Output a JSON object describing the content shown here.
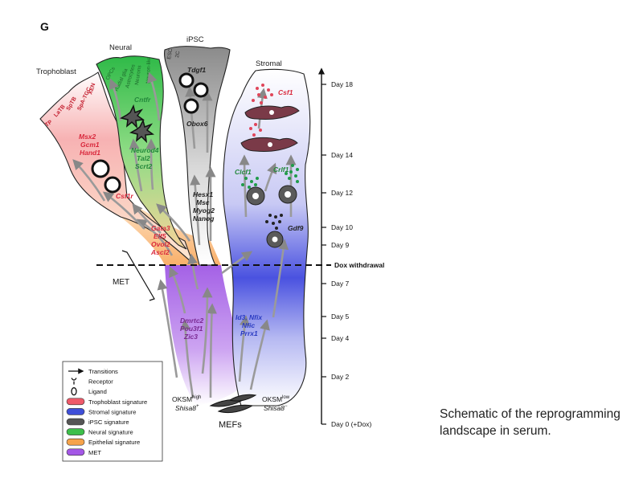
{
  "panel_label": "G",
  "branches": {
    "trophoblast": "Trophoblast",
    "neural": "Neural",
    "ipsc": "iPSC",
    "stromal": "Stromal",
    "met": "MET",
    "mefs": "MEFs"
  },
  "trophoblast_subtypes": [
    "TP",
    "LaTB",
    "SpTB",
    "SpA-TGC",
    "XEN"
  ],
  "neural_subtypes": [
    "OPCs",
    "Radial glia",
    "Astrocytes",
    "Neurons",
    "Neuron-like"
  ],
  "ipsc_subtypes": [
    "ESC",
    "2C"
  ],
  "genes": {
    "troph": [
      "Msx2",
      "Gcm1",
      "Hand1"
    ],
    "csf1r": "Csf1r",
    "epithelial": [
      "Gata3",
      "Elf5",
      "Ovol2",
      "Ascl2"
    ],
    "cntfr": "Cntfr",
    "neural": [
      "Neurod4",
      "Tal2",
      "Scrt2"
    ],
    "tdgf1": "Tdgf1",
    "obox6": "Obox6",
    "ipsc_mid": [
      "Hesx1",
      "Msc",
      "Myog2",
      "Nanog"
    ],
    "csf1": "Csf1",
    "clcf1": "Clcf1",
    "crlf1": "Crlf1",
    "gdf9": "Gdf9",
    "stromal": [
      "Id3, Nfix",
      "Nfic",
      "Prrx1"
    ],
    "met": [
      "Dmrtc2",
      "Pou3f1",
      "Zic3"
    ]
  },
  "okm_left": {
    "main": "OKSM",
    "sup": "high",
    "gene": "Shisa8",
    "sup2": "+"
  },
  "okm_right": {
    "main": "OKSM",
    "sup": "low",
    "gene": "Shisa8",
    "sup2": "−"
  },
  "timeline": [
    {
      "label": "Day 18",
      "day": 18
    },
    {
      "label": "Day 14",
      "day": 14
    },
    {
      "label": "Day 12",
      "day": 12
    },
    {
      "label": "Day 10",
      "day": 10
    },
    {
      "label": "Day 9",
      "day": 9
    },
    {
      "label": "Dox withdrawal",
      "day": 8
    },
    {
      "label": "Day 7",
      "day": 7
    },
    {
      "label": "Day 5",
      "day": 5
    },
    {
      "label": "Day 4",
      "day": 4
    },
    {
      "label": "Day 2",
      "day": 2
    },
    {
      "label": "Day 0 (+Dox)",
      "day": 0
    }
  ],
  "legend": [
    {
      "label": "Transitions",
      "symbol": "arrow"
    },
    {
      "label": "Receptor",
      "symbol": "receptor"
    },
    {
      "label": "Ligand",
      "symbol": "ligand"
    },
    {
      "label": "Trophoblast signature",
      "color": "#ef5a6a"
    },
    {
      "label": "Stromal signature",
      "color": "#3f4fd8"
    },
    {
      "label": "iPSC signature",
      "color": "#555555"
    },
    {
      "label": "Neural signature",
      "color": "#3dbf4a"
    },
    {
      "label": "Epithelial signature",
      "color": "#f6a34a"
    },
    {
      "label": "MET",
      "color": "#a457e6"
    }
  ],
  "colors": {
    "trophoblast": "#d9293d",
    "neural": "#23883b",
    "ipsc": "#222222",
    "stromal": "#2a3bc2",
    "met": "#7a2a92",
    "epithelial": "#d9293d"
  },
  "caption": "Schematic of the reprogramming landscape in serum."
}
